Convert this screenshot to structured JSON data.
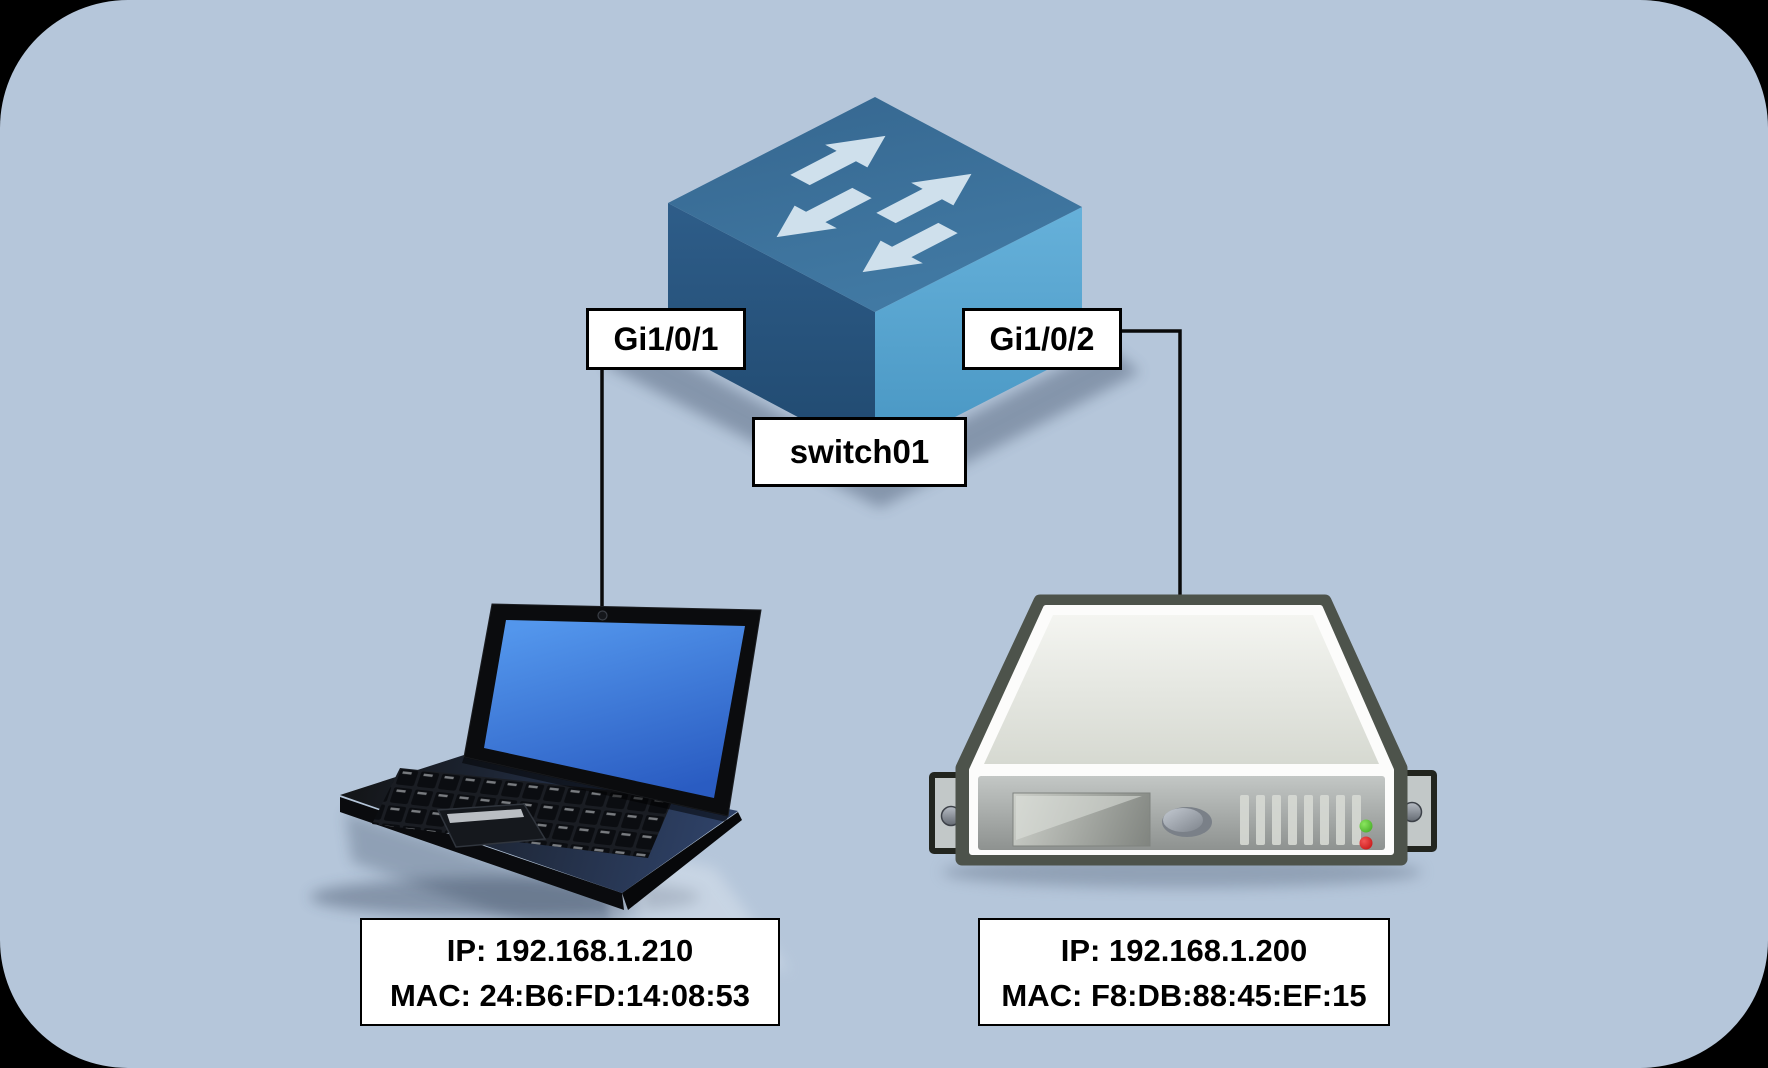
{
  "scene": {
    "background_color": "#b5c6da",
    "outside_color": "#000000"
  },
  "switch": {
    "hostname": "switch01",
    "ports": [
      {
        "label": "Gi1/0/1"
      },
      {
        "label": "Gi1/0/2"
      }
    ],
    "colors": {
      "top_face": "#3b6f99",
      "left_face": "#2a5580",
      "right_face": "#57a7d2",
      "arrows": "#cfe0ec"
    }
  },
  "devices": {
    "laptop": {
      "ip": "IP: 192.168.1.210",
      "mac": "MAC: 24:B6:FD:14:08:53",
      "screen_color": "#3a78d8"
    },
    "server": {
      "ip": "IP: 192.168.1.200",
      "mac": "MAC: F8:DB:88:45:EF:15",
      "led_colors": {
        "power": "#52c234",
        "alarm": "#dd1c1c"
      }
    }
  },
  "links": [
    {
      "from_port": "Gi1/0/1",
      "to": "laptop"
    },
    {
      "from_port": "Gi1/0/2",
      "to": "server"
    }
  ]
}
